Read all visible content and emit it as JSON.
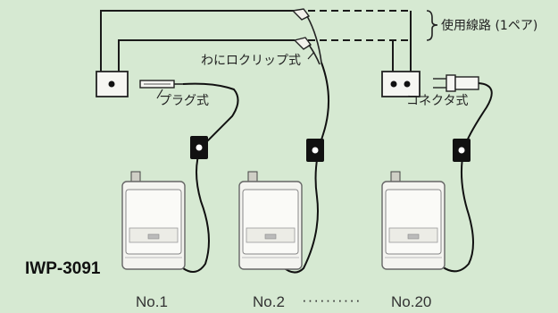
{
  "labels": {
    "line_used": "使用線路 (1ペア)",
    "alligator_clip": "わにロクリップ式",
    "plug_type": "プラグ式",
    "connector_type": "コネクタ式",
    "model": "IWP-3091",
    "dots": "··········"
  },
  "units": [
    {
      "number": "No.1"
    },
    {
      "number": "No.2"
    },
    {
      "number": "No.20"
    }
  ]
}
